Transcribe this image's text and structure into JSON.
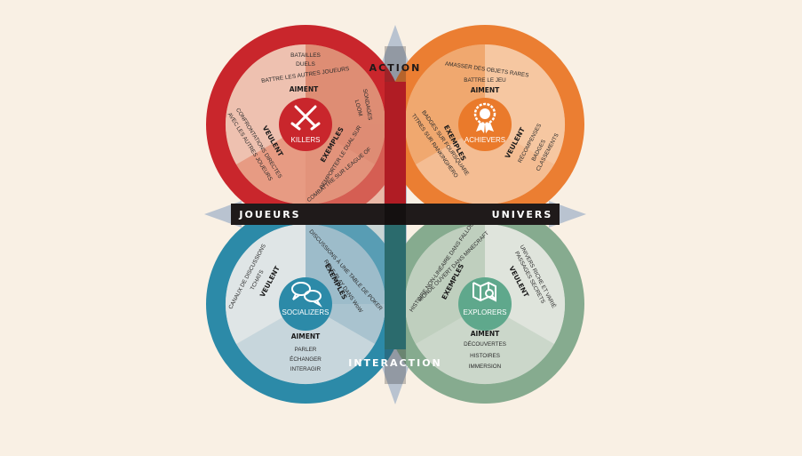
{
  "colors": {
    "background": "#f9f0e4",
    "killers": "#c9262c",
    "achievers": "#ea7a2b",
    "socializers": "#2c8aa8",
    "explorers": "#7fa68a",
    "axis": "#b9c3d0",
    "band": "#1f1a1a"
  },
  "axes": {
    "top": "ACTION",
    "bottom": "INTERACTION",
    "left": "JOUEURS",
    "right": "UNIVERS"
  },
  "quadrants": {
    "killers": {
      "name": "KILLERS",
      "icon": "crossed-swords-icon",
      "aiment_label": "AIMENT",
      "aiment": [
        "BATAILLES",
        "DUELS",
        "BATTRE LES AUTRES JOUEURS"
      ],
      "veulent_label": "VEULENT",
      "veulent": [
        "CONFRONTATIONS DIRECTES",
        "AVEC LES AUTRES JOUEURS"
      ],
      "exemples_label": "EXEMPLES",
      "exemples": [
        "SONDAGES",
        "LOOM",
        "REMPORTER LE DUAL SUR",
        "COMBATTRE SUR LEAGUE OF"
      ]
    },
    "achievers": {
      "name": "ACHIEVERS",
      "icon": "medal-icon",
      "aiment_label": "AIMENT",
      "aiment": [
        "AMASSER DES OBJETS RARES",
        "BATTRE LE JEU"
      ],
      "exemples_label": "EXEMPLES",
      "exemples": [
        "BADGES SUR FOURSQUARE",
        "TITRES SUR RANKINGHERO"
      ],
      "veulent_label": "VEULENT",
      "veulent": [
        "RÉCOMPENSES",
        "BADGES",
        "CLASSEMENTS"
      ]
    },
    "socializers": {
      "name": "SOCIALIZERS",
      "icon": "chat-bubbles-icon",
      "veulent_label": "VEULENT",
      "veulent": [
        "CANAUX DE DISCUSSIONS",
        "TCHATS"
      ],
      "exemples_label": "EXEMPLES",
      "exemples": [
        "DISCUSSIONS À UNE TABLE DE POKER",
        "ROLE-PLAY DANS WoW"
      ],
      "aiment_label": "AIMENT",
      "aiment": [
        "PARLER",
        "ÉCHANGER",
        "INTERAGIR"
      ]
    },
    "explorers": {
      "name": "EXPLORERS",
      "icon": "map-search-icon",
      "exemples_label": "EXEMPLES",
      "exemples": [
        "HISTOIRE NON-LINÉAIRE DANS FALLOUT",
        "MONDE OUVERT DANS MINECRAFT"
      ],
      "veulent_label": "VEULENT",
      "veulent": [
        "UNIVERS RICHE ET VARIÉ",
        "PASSAGES SECRETS"
      ],
      "aiment_label": "AIMENT",
      "aiment": [
        "DÉCOUVERTES",
        "HISTOIRES",
        "IMMERSION"
      ]
    }
  }
}
